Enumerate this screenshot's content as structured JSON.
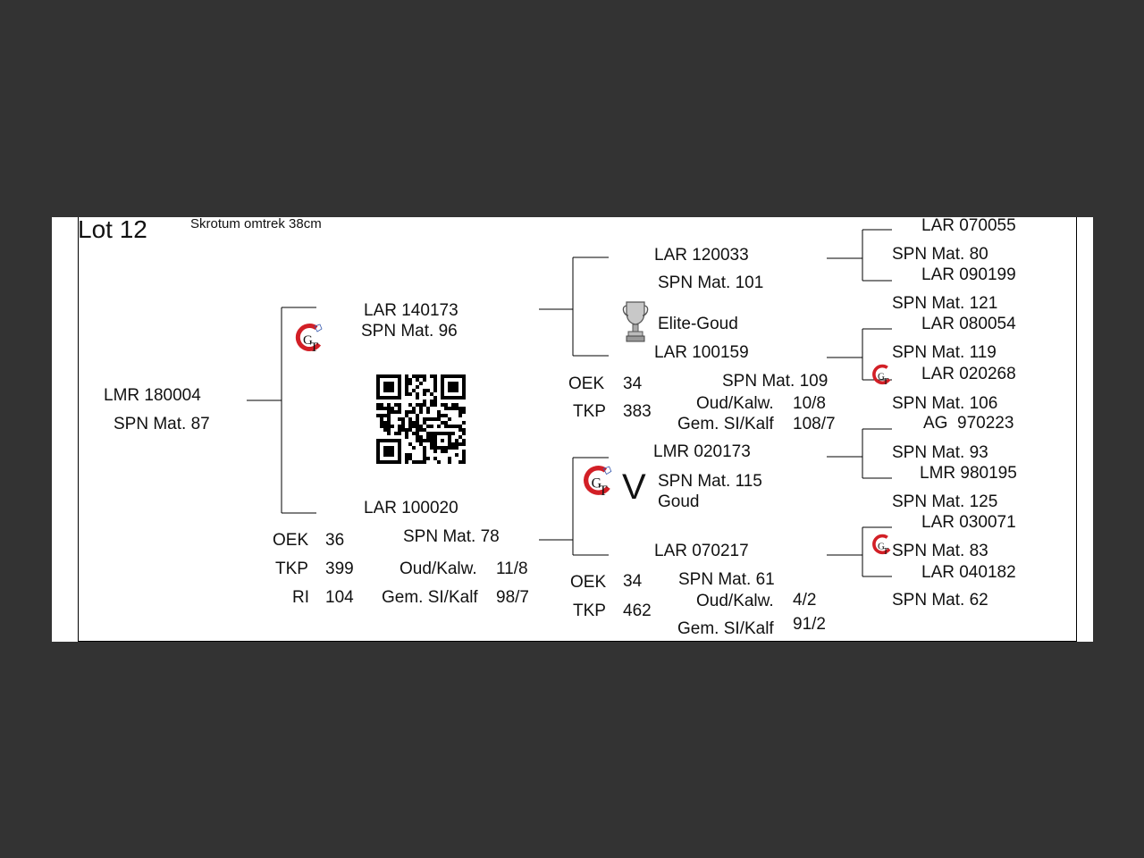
{
  "header": {
    "lot": "Lot 12",
    "note": "Skrotum omtrek 38cm"
  },
  "subject": {
    "id": "LMR 180004",
    "spn": "SPN Mat. 87"
  },
  "sire": {
    "id": "LAR 140173",
    "spn": "SPN Mat. 96",
    "sire": {
      "id": "LAR 120033",
      "spn": "SPN Mat. 101",
      "award": "Elite-Goud",
      "sire": {
        "id": "LAR 070055",
        "spn": "SPN Mat. 80"
      },
      "dam": {
        "id": "LAR 090199",
        "spn": "SPN Mat. 121"
      }
    },
    "dam": {
      "id": "LAR 100159",
      "spn": "SPN Mat. 109",
      "oek_label": "OEK",
      "oek": "34",
      "tkp_label": "TKP",
      "tkp": "383",
      "oud_label": "Oud/Kalw.",
      "oud": "10/8",
      "gem_label": "Gem. SI/Kalf",
      "gem": "108/7",
      "sire": {
        "id": "LAR 080054",
        "spn": "SPN Mat. 119"
      },
      "dam": {
        "id": "LAR 020268",
        "spn": "SPN Mat. 106"
      }
    }
  },
  "dam": {
    "id": "LAR 100020",
    "spn": "SPN Mat. 78",
    "oek_label": "OEK",
    "oek": "36",
    "tkp_label": "TKP",
    "tkp": "399",
    "ri_label": "RI",
    "ri": "104",
    "oud_label": "Oud/Kalw.",
    "oud": "11/8",
    "gem_label": "Gem. SI/Kalf",
    "gem": "98/7",
    "sire": {
      "id": "LMR 020173",
      "spn": "SPN Mat. 115",
      "award": "Goud",
      "mark": "V",
      "sire": {
        "id": "AG  970223",
        "spn": "SPN Mat. 93"
      },
      "dam": {
        "id": "LMR 980195",
        "spn": "SPN Mat. 125"
      }
    },
    "dam": {
      "id": "LAR 070217",
      "spn": "SPN Mat. 61",
      "oek_label": "OEK",
      "oek": "34",
      "tkp_label": "TKP",
      "tkp": "462",
      "oud_label": "Oud/Kalw.",
      "oud": "4/2",
      "gem_label": "Gem. SI/Kalf",
      "gem": "91/2",
      "sire": {
        "id": "LAR 030071",
        "spn": "SPN Mat. 83"
      },
      "dam": {
        "id": "LAR 040182",
        "spn": "SPN Mat. 62"
      }
    }
  },
  "icons": {
    "logo": "gt-logo-icon",
    "trophy": "trophy-icon",
    "qr": "qr-code"
  },
  "colors": {
    "page_bg": "#333333",
    "sheet_bg": "#ffffff",
    "logo_red": "#d21f26"
  }
}
